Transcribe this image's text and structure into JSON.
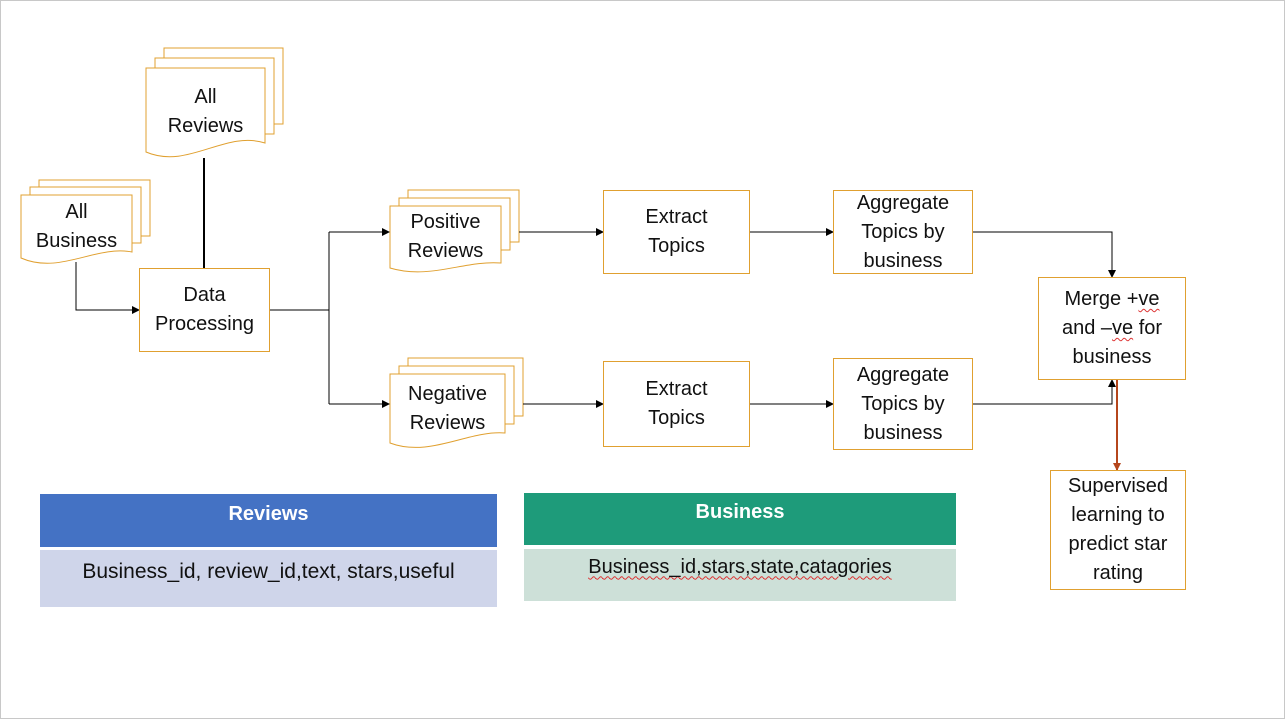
{
  "nodes": {
    "all_reviews": "All\nReviews",
    "all_business": "All\nBusiness",
    "data_processing": "Data\nProcessing",
    "positive_reviews": "Positive\nReviews",
    "negative_reviews": "Negative\nReviews",
    "extract_topics_pos": "Extract\nTopics",
    "extract_topics_neg": "Extract\nTopics",
    "aggregate_pos": "Aggregate\nTopics by\nbusiness",
    "aggregate_neg": "Aggregate\nTopics by\nbusiness",
    "merge_line1": "Merge +",
    "merge_ve1": "ve",
    "merge_line2": "and –",
    "merge_ve2": "ve",
    "merge_line2b": " for",
    "merge_line3": "business",
    "supervised": "Supervised\nlearning to\npredict star\nrating"
  },
  "tables": {
    "reviews": {
      "header": "Reviews",
      "fields": "Business_id, review_id,text, stars,useful"
    },
    "business": {
      "header": "Business",
      "fields": "Business_id,stars,state,catagories"
    }
  },
  "colors": {
    "node_border": "#e0a030",
    "arrow": "#000000",
    "output_arrow": "#b5461c",
    "reviews_header": "#4472c4",
    "reviews_body": "#cfd5ea",
    "business_header": "#1e9b7a",
    "business_body": "#cde0d8"
  }
}
